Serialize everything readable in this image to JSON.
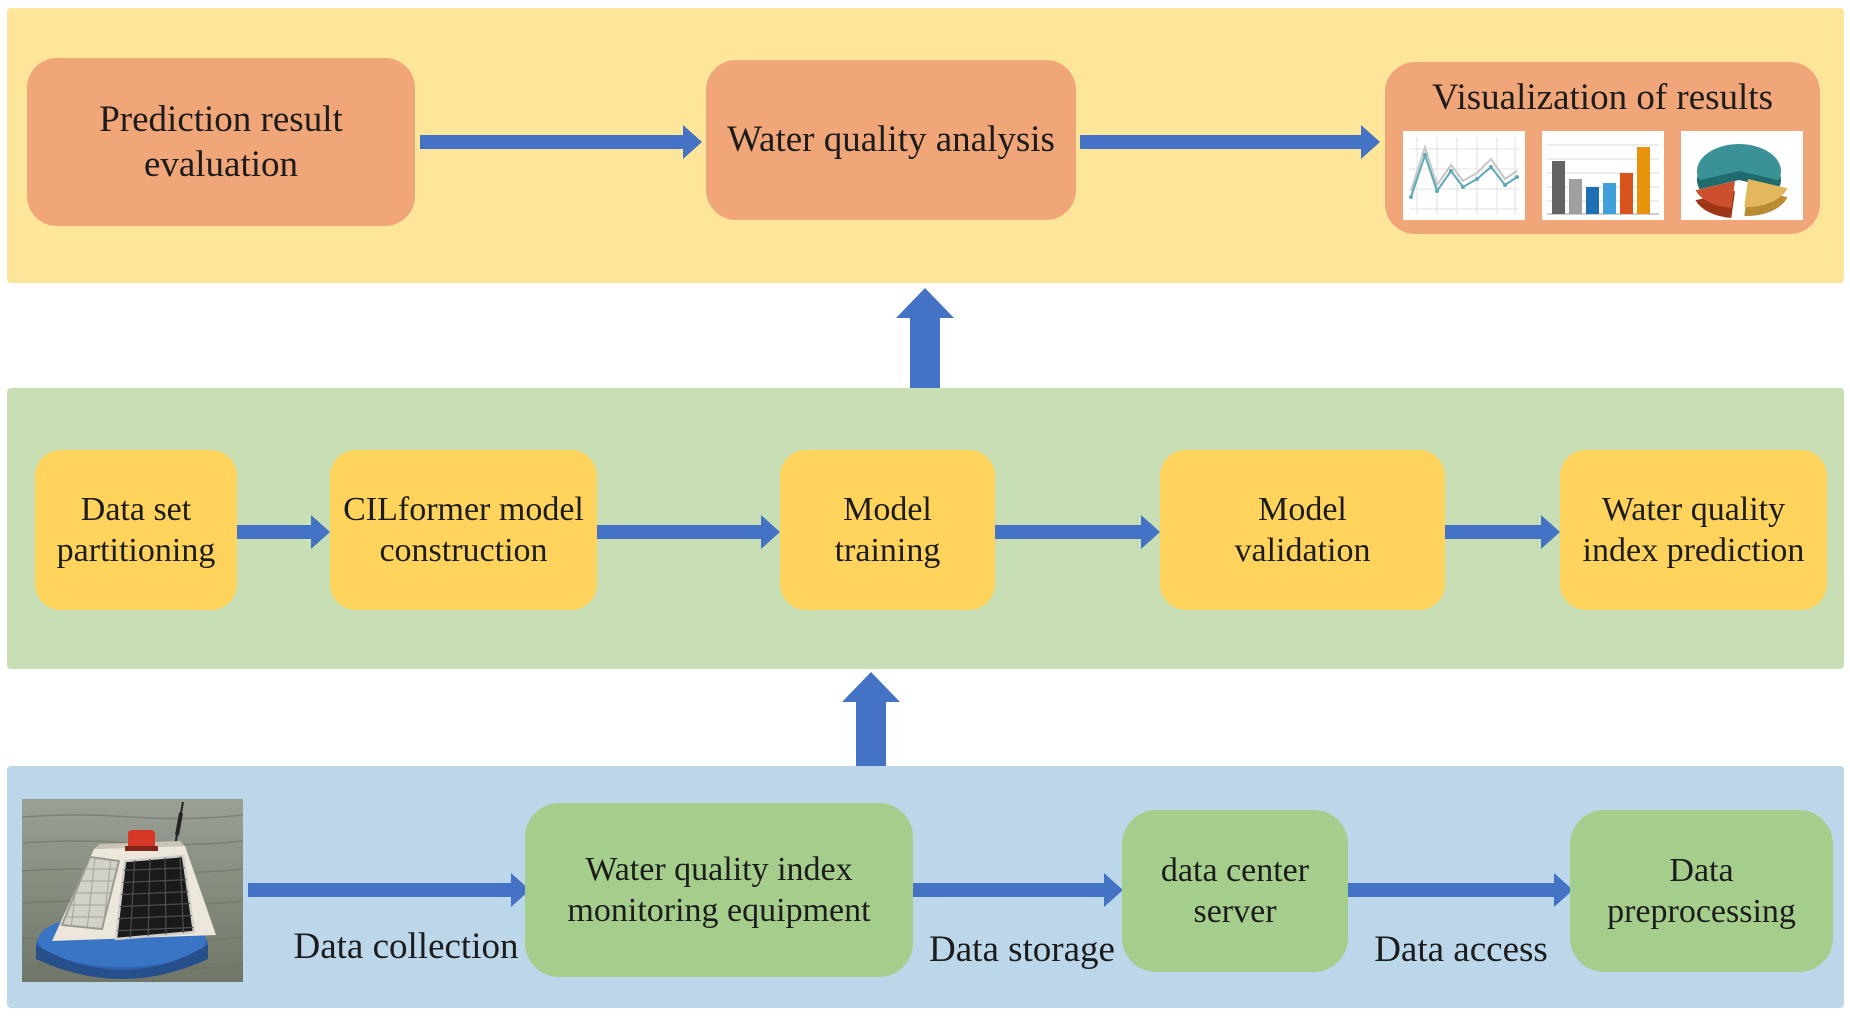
{
  "colors": {
    "band-top": "#FDE59A",
    "band-mid": "#C8DFB5",
    "band-bottom": "#BCD6EA",
    "box-top": "#F0A678",
    "box-mid": "#FFD35C",
    "box-bottom": "#A5CE8C",
    "arrow": "#4472C4",
    "text": "#1C1C1C"
  },
  "top_band": {
    "box1": "Prediction result evaluation",
    "box2": "Water quality analysis",
    "viz_title": "Visualization of results",
    "icons": [
      "line-chart",
      "bar-chart",
      "pie-chart"
    ]
  },
  "middle_band": {
    "boxes": [
      {
        "line1": "Data set",
        "line2": "partitioning"
      },
      {
        "line1": "CILformer model",
        "line2": "construction"
      },
      {
        "line1": "Model",
        "line2": "training"
      },
      {
        "line1": "Model",
        "line2": "validation"
      },
      {
        "line1": "Water quality",
        "line2": "index prediction"
      }
    ]
  },
  "bottom_band": {
    "photo": "water-quality-monitoring-buoy",
    "boxes": [
      {
        "line1": "Water quality index",
        "line2": "monitoring equipment"
      },
      {
        "line1": "data center",
        "line2": "server"
      },
      {
        "line1": "Data",
        "line2": "preprocessing"
      }
    ],
    "arrow_labels": [
      "Data collection",
      "Data storage",
      "Data access"
    ]
  }
}
